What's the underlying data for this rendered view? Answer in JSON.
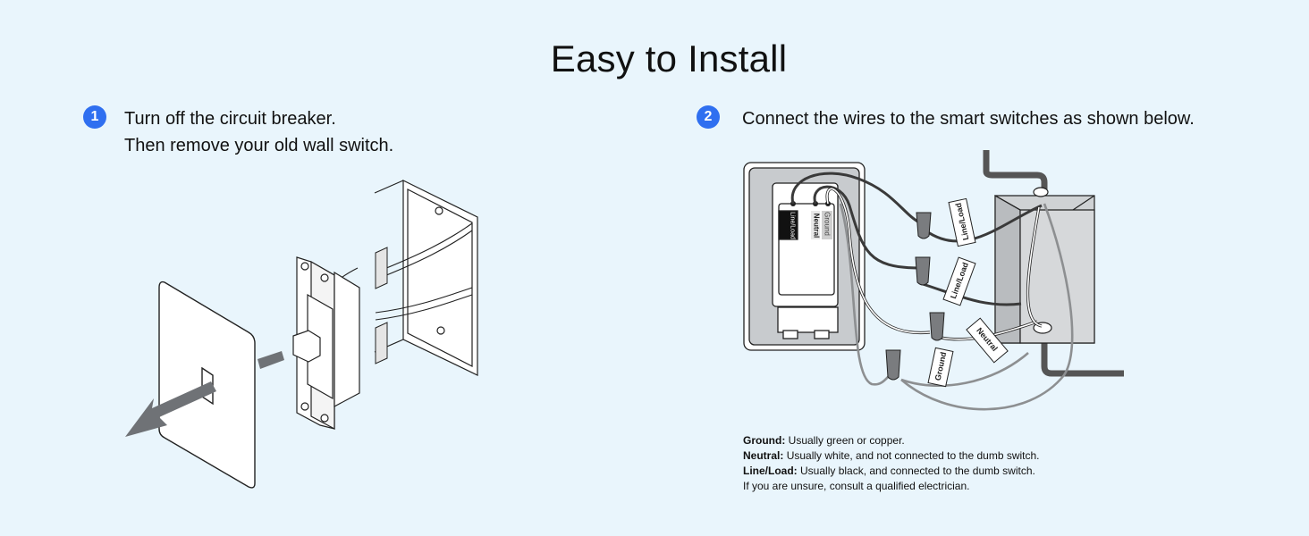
{
  "title": "Easy to Install",
  "steps": [
    {
      "number": "1",
      "lines": [
        "Turn off the circuit breaker.",
        "Then remove your old wall switch."
      ]
    },
    {
      "number": "2",
      "lines": [
        "Connect the wires to the smart switches as shown below."
      ]
    }
  ],
  "switch_labels": {
    "line_load": "Line/Load",
    "neutral": "Neutral",
    "ground": "Ground"
  },
  "wire_tags": {
    "tag_1": "Line/Load",
    "tag_2": "Line/Load",
    "tag_3": "Neutral",
    "tag_4": "Ground"
  },
  "legend": [
    {
      "term": "Ground:",
      "desc": "Usually green or copper."
    },
    {
      "term": "Neutral:",
      "desc": "Usually white, and not connected to the dumb switch."
    },
    {
      "term": "Line/Load:",
      "desc": "Usually black, and connected to the dumb switch."
    },
    {
      "term": "",
      "desc": "If you are unsure, consult a qualified electrician."
    }
  ],
  "colors": {
    "background": "#e9f5fc",
    "badge": "#2f6ff0",
    "arrow": "#6f7276",
    "wire_black": "#3a3a3a",
    "wire_gray": "#8d8f91",
    "wire_white": "#ffffff"
  }
}
